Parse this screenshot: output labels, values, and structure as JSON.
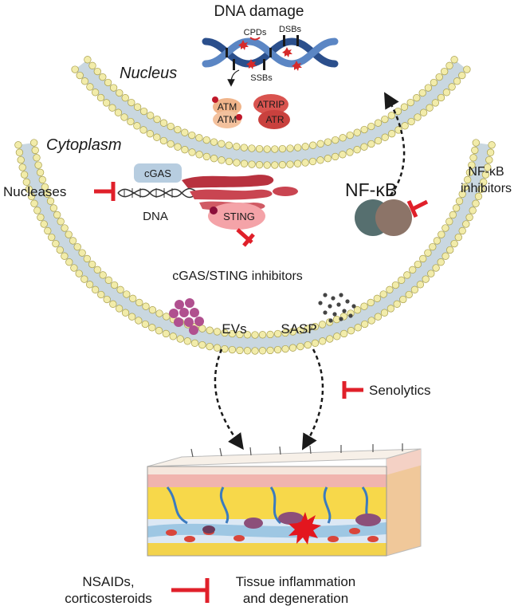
{
  "labels": {
    "title": "DNA damage",
    "cpds": "CPDs",
    "dsbs": "DSBs",
    "ssbs": "SSBs",
    "nucleus": "Nucleus",
    "cytoplasm": "Cytoplasm",
    "atm1": "ATM",
    "atm2": "ATM",
    "atrip": "ATRIP",
    "atr": "ATR",
    "cgas": "cGAS",
    "dna": "DNA",
    "nucleases": "Nucleases",
    "sting": "STING",
    "nfkb": "NF-κB",
    "nfkb_inhibitors_line1": "NF-κB",
    "nfkb_inhibitors_line2": "inhibitors",
    "cgas_sting_inhibitors": "cGAS/STING inhibitors",
    "evs": "EVs",
    "sasp": "SASP",
    "senolytics": "Senolytics",
    "nsaids_line1": "NSAIDs,",
    "nsaids_line2": "corticosteroids",
    "outcome_line1": "Tissue inflammation",
    "outcome_line2": "and degeneration"
  },
  "colors": {
    "membrane_head": "#f2ecaa",
    "membrane_tail": "#c9d7e0",
    "inhibitor": "#e0202a",
    "dna_helix": "#2b4f8c",
    "atm": "#f0b48a",
    "atr": "#d9534f",
    "sting": "#f4a3a8",
    "golgi": "#b8323f",
    "cgas": "#b7cde0",
    "nfkb_left": "#566f6f",
    "nfkb_right": "#8c7468",
    "evs": "#b0508f",
    "sasp": "#444444"
  },
  "icons": [
    "dna-helix-icon",
    "dna-strand-icon",
    "ev-cluster-icon",
    "sasp-particles-icon",
    "tissue-block-icon",
    "damage-burst-icon"
  ]
}
